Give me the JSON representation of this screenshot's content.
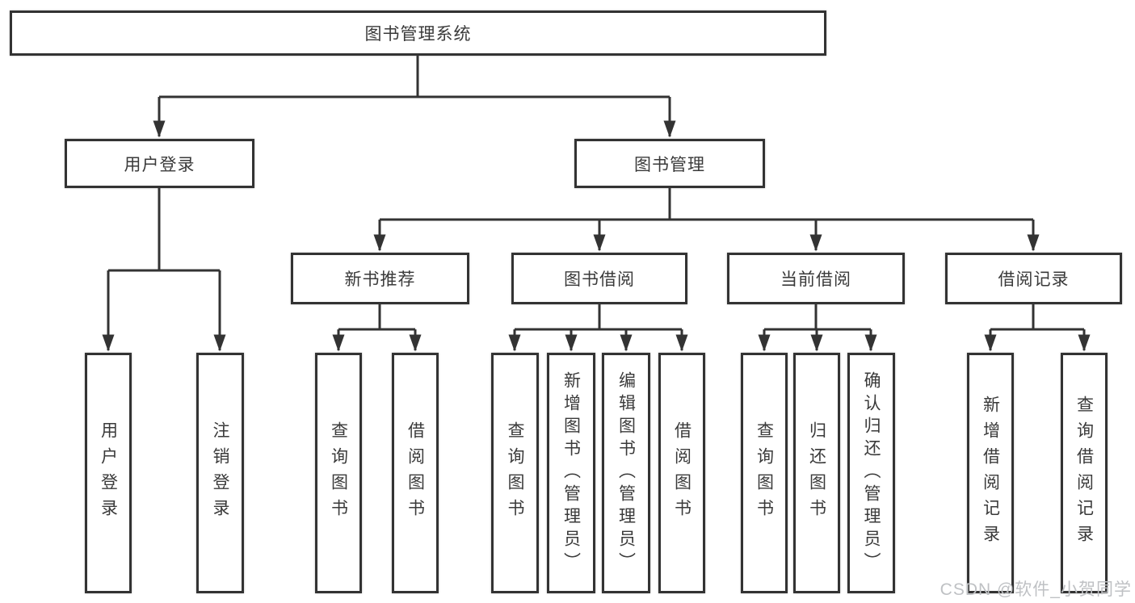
{
  "diagram": {
    "title": "图书管理系统",
    "level2": [
      {
        "label": "用户登录"
      },
      {
        "label": "图书管理"
      }
    ],
    "level3": [
      {
        "label": "新书推荐"
      },
      {
        "label": "图书借阅"
      },
      {
        "label": "当前借阅"
      },
      {
        "label": "借阅记录"
      }
    ],
    "leaves": [
      {
        "label": "用户登录"
      },
      {
        "label": "注销登录"
      },
      {
        "label": "查询图书"
      },
      {
        "label": "借阅图书"
      },
      {
        "label": "查询图书"
      },
      {
        "label": "新增图书（管理员）"
      },
      {
        "label": "编辑图书（管理员）"
      },
      {
        "label": "借阅图书"
      },
      {
        "label": "查询图书"
      },
      {
        "label": "归还图书"
      },
      {
        "label": "确认归还（管理员）"
      },
      {
        "label": "新增借阅记录"
      },
      {
        "label": "查询借阅记录"
      }
    ]
  },
  "watermark": {
    "text": "CSDN @软件_小贺同学",
    "color": "#bfc1c4"
  },
  "colors": {
    "line": "#333333",
    "node_border": "#333333",
    "text": "#3a3a3a",
    "background": "#ffffff"
  }
}
